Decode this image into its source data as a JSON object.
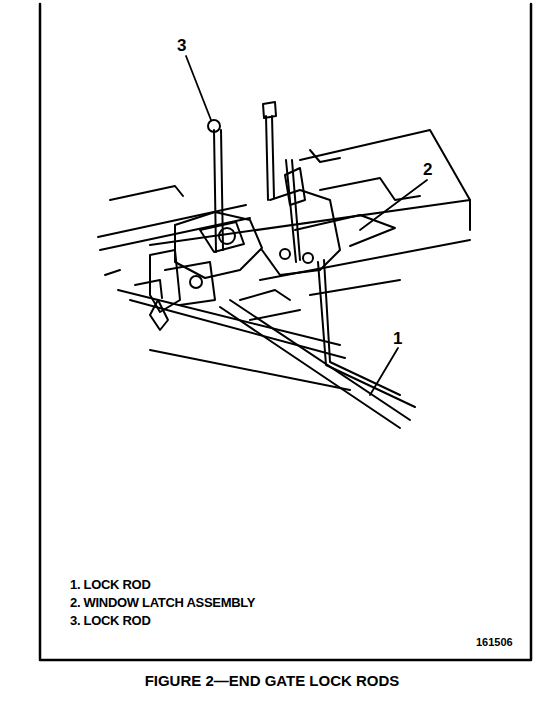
{
  "diagram": {
    "caption": "FIGURE 2—END GATE LOCK RODS",
    "labels": [
      "3",
      "2",
      "1",
      "1. LOCK ROD",
      "2. WINDOW LATCH ASSEMBLY",
      "3. LOCK ROD",
      "161506"
    ]
  }
}
